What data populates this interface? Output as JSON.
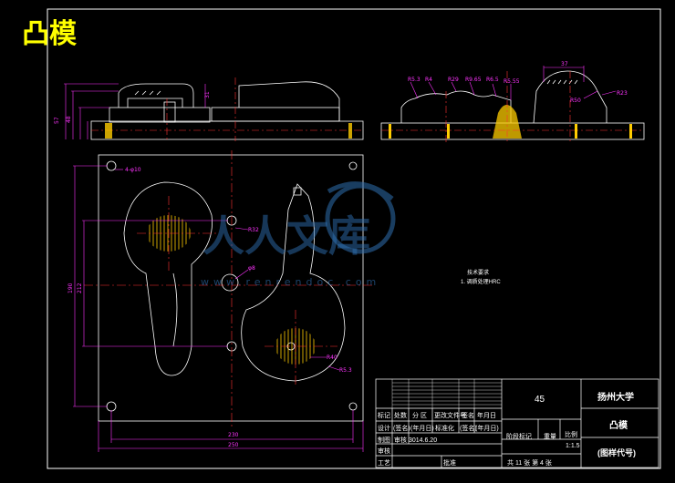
{
  "title": "凸模",
  "watermark": {
    "text": "人人文库",
    "url": "www.renrendoc.com"
  },
  "notes": {
    "heading": "技术要求",
    "line1": "1. 调质处理HRC"
  },
  "dims": {
    "d_top_31": "31",
    "d_front_r": "R5.3",
    "d_front_r4": "R4",
    "d_front_r29": "R29",
    "d_front_r9": "R9.65",
    "d_front_r6": "R6.5",
    "d_front_r55": "R5.55",
    "d_front_37": "37",
    "d_front_r50": "R50",
    "d_front_r23": "R23",
    "d_plan_hole": "4-φ10",
    "d_plan_r32": "R32",
    "d_plan_phi": "φ8",
    "d_plan_r40": "R40",
    "d_plan_r53": "R5.3",
    "d_plan_230": "230",
    "d_plan_250": "250",
    "d_left_190": "190",
    "d_left_212": "212",
    "d_left_48": "48",
    "d_left_57": "57"
  },
  "title_block": {
    "code": "45",
    "school": "扬州大学",
    "part_name": "凸模",
    "drawing_no": "(图样代号)",
    "scale_label": "比例",
    "scale_value": "1:1.5",
    "weight_label": "重量",
    "stage_label": "阶段标记",
    "sheet_info": "共  11  张  第 4  张",
    "rows": [
      [
        "标记",
        "处数",
        "分  区",
        "更改文件号",
        "签名",
        "年月日"
      ],
      [
        "设计",
        "(签名)",
        "(年月日)",
        "标准化",
        "(签名)",
        "(年月日)"
      ],
      [
        "制图",
        "审核 3014.6.20",
        "",
        "",
        "",
        ""
      ],
      [
        "审核",
        "",
        "",
        "",
        "",
        ""
      ],
      [
        "工艺",
        "",
        "批准",
        "",
        "",
        ""
      ]
    ]
  }
}
